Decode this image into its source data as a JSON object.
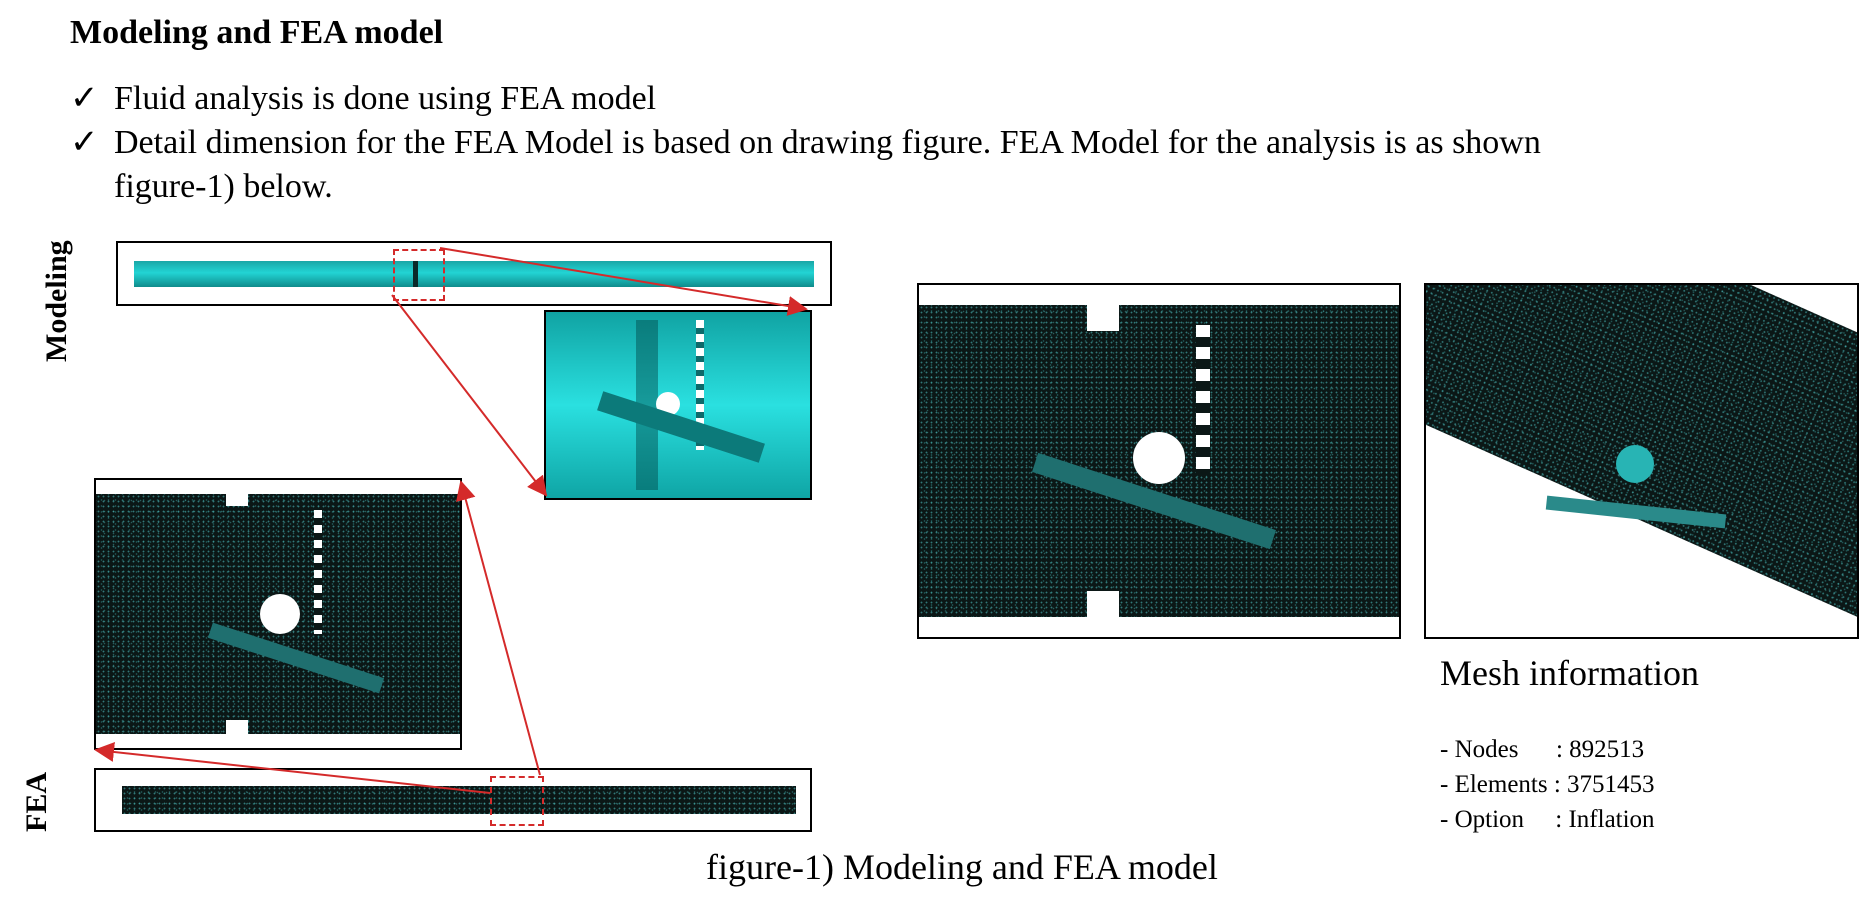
{
  "heading": "Modeling and FEA model",
  "bullets": [
    {
      "check": "✓",
      "text": "Fluid analysis is done using FEA model"
    },
    {
      "check": "✓",
      "text": "Detail dimension for the FEA Model is based on drawing figure. FEA Model for the analysis is as shown"
    }
  ],
  "bullet_continuation": "figure-1) below.",
  "labels": {
    "modeling": "Modeling",
    "fea": "FEA"
  },
  "mesh_info": {
    "title": "Mesh information",
    "rows": [
      "- Nodes      : 892513",
      "- Elements : 3751453",
      "- Option     : Inflation"
    ]
  },
  "caption": "figure-1) Modeling and FEA model",
  "colors": {
    "accent_red": "#d42a2a",
    "teal": "#22d4d4",
    "mesh_dark": "#0b1716"
  }
}
